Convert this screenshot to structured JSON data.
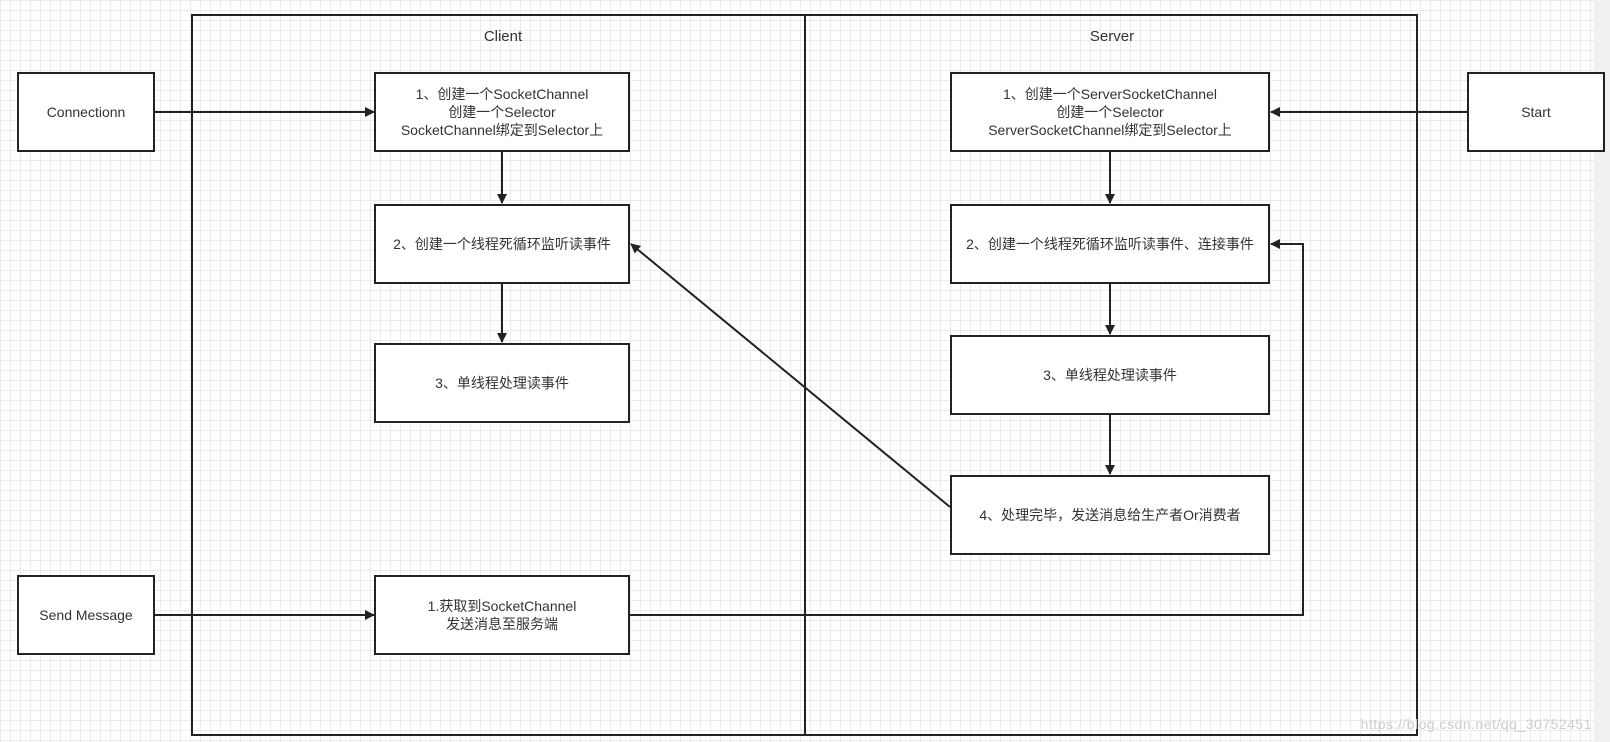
{
  "lanes": {
    "client_title": "Client",
    "server_title": "Server"
  },
  "actors": {
    "connection": "Connectionn",
    "start": "Start",
    "send_message": "Send Message"
  },
  "client_steps": {
    "step1_lines": [
      "1、创建一个SocketChannel",
      "创建一个Selector",
      "SocketChannel绑定到Selector上"
    ],
    "step2": "2、创建一个线程死循环监听读事件",
    "step3": "3、单线程处理读事件",
    "send_lines": [
      "1.获取到SocketChannel",
      "发送消息至服务端"
    ]
  },
  "server_steps": {
    "step1_lines": [
      "1、创建一个ServerSocketChannel",
      "创建一个Selector",
      "ServerSocketChannel绑定到Selector上"
    ],
    "step2": "2、创建一个线程死循环监听读事件、连接事件",
    "step3": "3、单线程处理读事件",
    "step4": "4、处理完毕，发送消息给生产者Or消费者"
  },
  "watermark": "https://blog.csdn.net/qq_30752451",
  "colors": {
    "line": "#222222",
    "grid": "#ebebeb",
    "text": "#333333"
  }
}
